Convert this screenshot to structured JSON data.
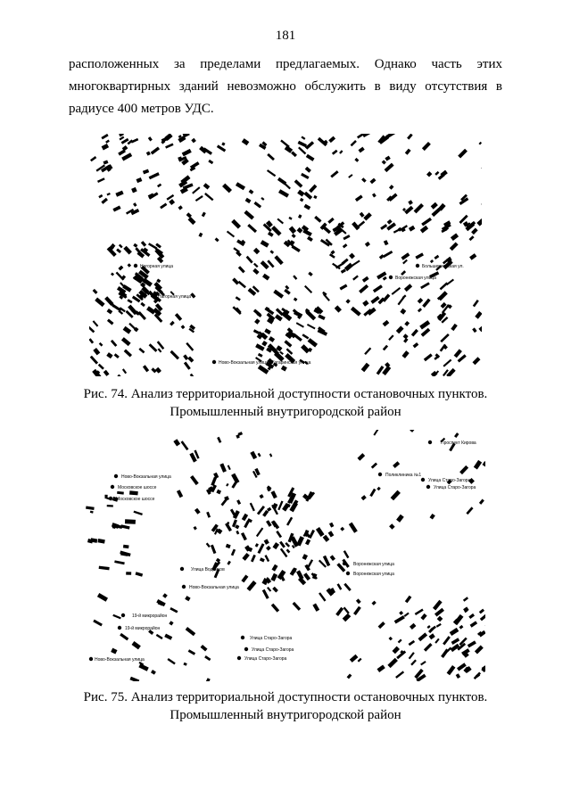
{
  "page": {
    "number": "181"
  },
  "paragraph": {
    "lines": [
      "расположенных за пределами предлагаемых. Однако часть этих",
      "многоквартирных зданий невозможно обслужить в виду отсутствия в",
      "радиусе 400 метров УДС."
    ]
  },
  "figure74": {
    "caption_line1": "Рис. 74. Анализ территориальной доступности остановочных пунктов.",
    "caption_line2": "Промышленный внутригородской район",
    "stop_labels": [
      "Нагорная улица",
      "Нагорная улица",
      "Большевистская ул.",
      "Воронежская улица",
      "Ново-Вокзальная улица / Гагаринская улица"
    ]
  },
  "figure75": {
    "caption_line1": "Рис. 75. Анализ территориальной доступности остановочных пунктов.",
    "caption_line2": "Промышленный внутригородской район",
    "stop_labels": [
      "Проспект Кирова",
      "Ново-Вокзальная улица",
      "Московское шоссе",
      "Московское шоссе",
      "Поликлиника №1",
      "Улица Старо-Загора",
      "Улица Старо-Загора",
      "Улица Водников",
      "Ново-Вокзальная улица",
      "Воронежская улица",
      "Воронежская улица",
      "19-й микрорайон",
      "19-й микрорайон",
      "Улица Старо-Загора",
      "Улица Старо-Загора",
      "Улица Старо-Загора",
      "Ново-Вокзальная улица"
    ]
  },
  "colors": {
    "ink": "#000000",
    "paper": "#ffffff"
  }
}
